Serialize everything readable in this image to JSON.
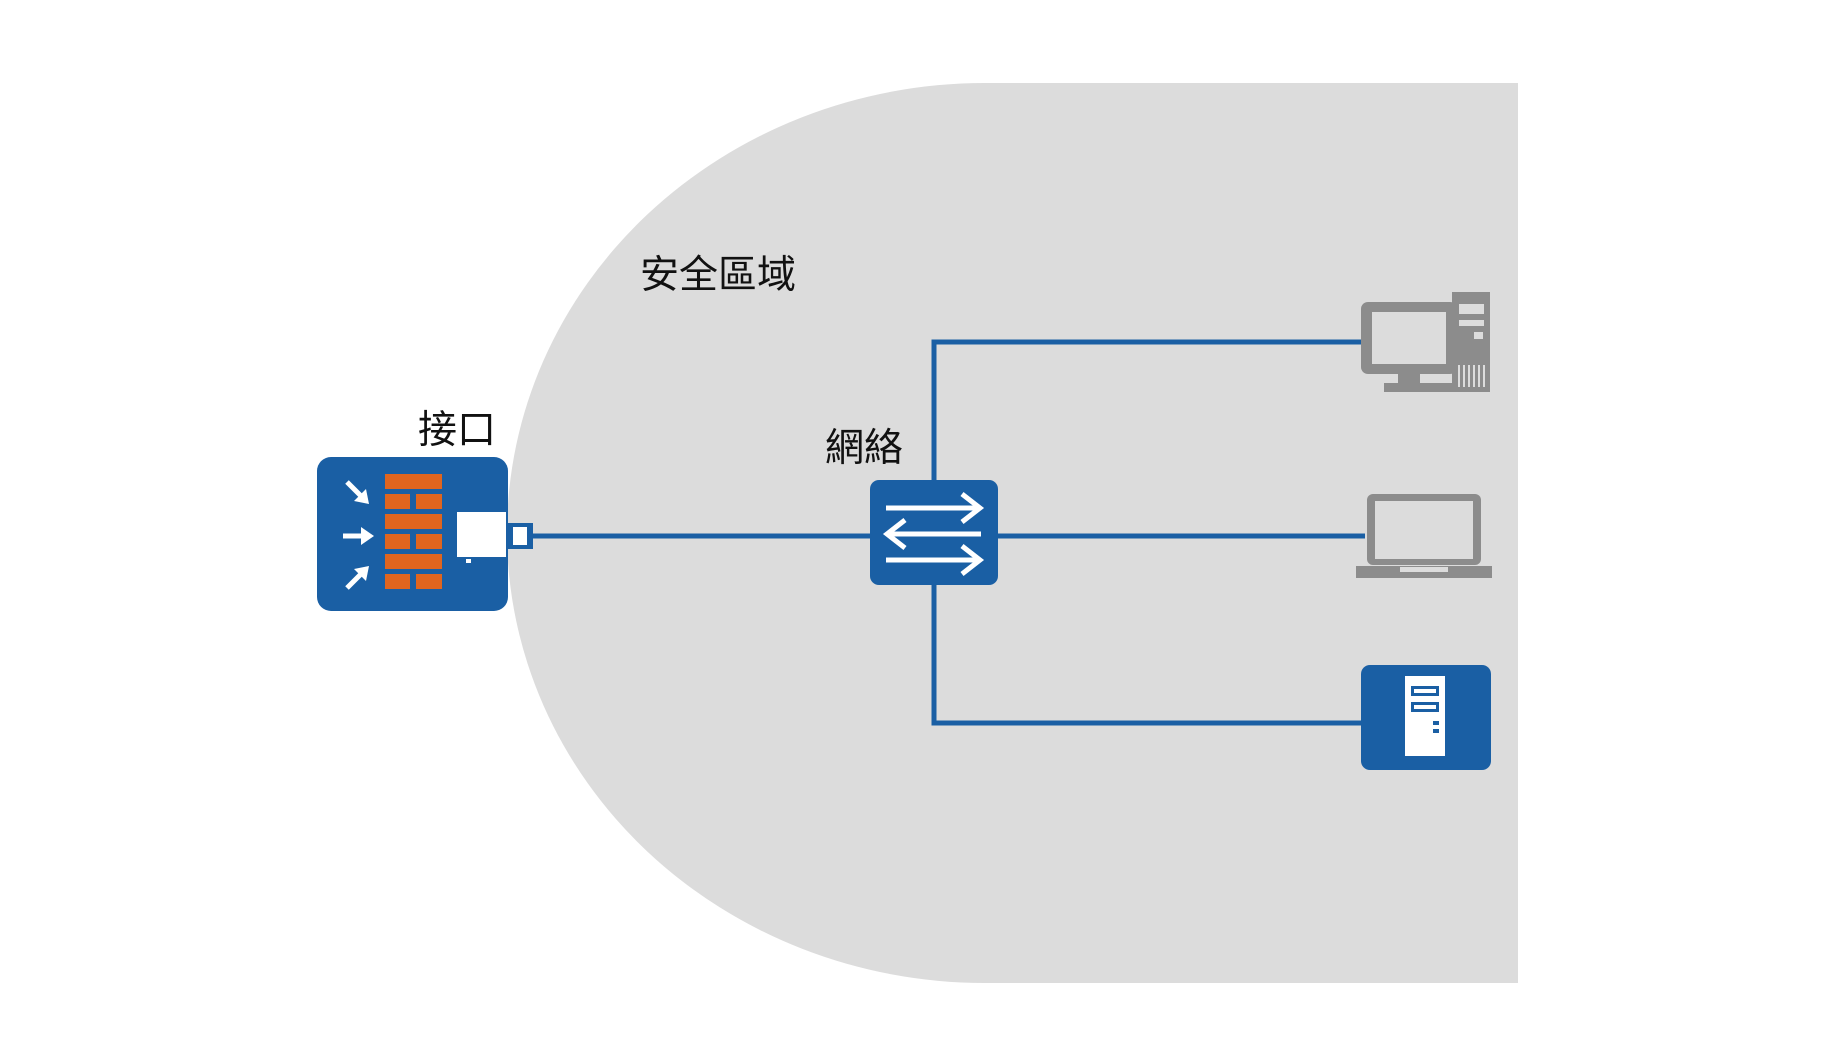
{
  "zone": {
    "label": "安全區域",
    "fill_color": "#dcdcdc"
  },
  "firewall": {
    "icon": "firewall-icon",
    "interface_label": "接口",
    "body_color": "#1a5fa4",
    "brick_color": "#e0651f"
  },
  "switch": {
    "icon": "switch-icon",
    "label": "網絡",
    "color": "#1a5fa4"
  },
  "devices": [
    {
      "icon": "desktop-computer-icon",
      "color": "#8c8c8c"
    },
    {
      "icon": "laptop-icon",
      "color": "#8c8c8c"
    },
    {
      "icon": "server-icon",
      "color": "#1a5fa4"
    }
  ],
  "link_color": "#1a5fa4"
}
